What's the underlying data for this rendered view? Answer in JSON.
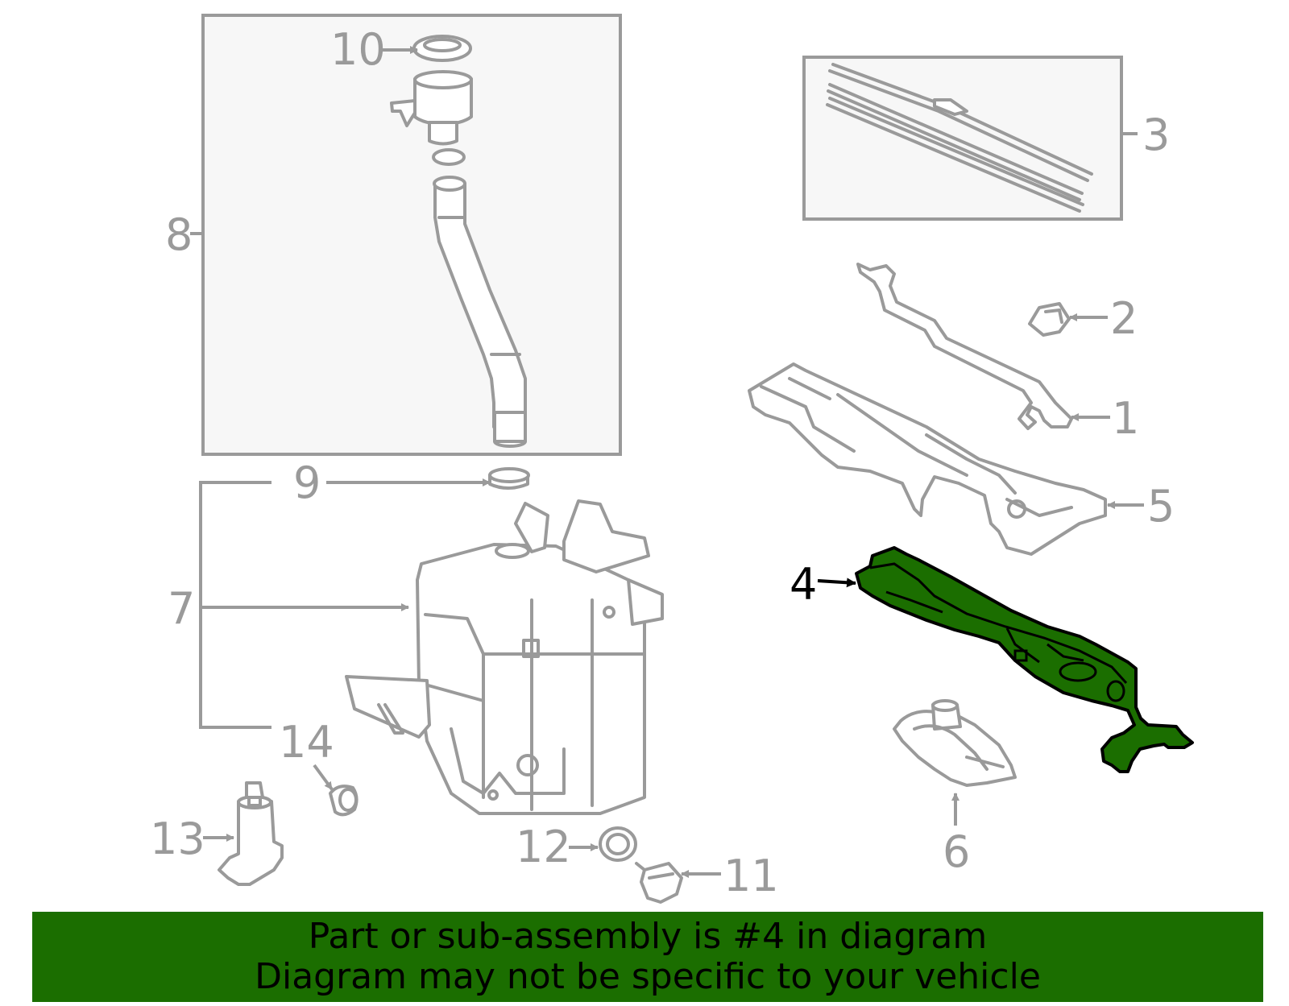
{
  "diagram": {
    "colors": {
      "line": "#9a9a9a",
      "highlight": "#1b6e00",
      "banner": "#1b6e00",
      "highlight_label": "#000000"
    },
    "callouts": [
      "1",
      "2",
      "3",
      "4",
      "5",
      "6",
      "7",
      "8",
      "9",
      "10",
      "11",
      "12",
      "13",
      "14"
    ],
    "highlighted_part": "4"
  },
  "banner": {
    "line1": "Part or sub-assembly is #4 in diagram",
    "line2": "Diagram may not be specific to your vehicle"
  }
}
